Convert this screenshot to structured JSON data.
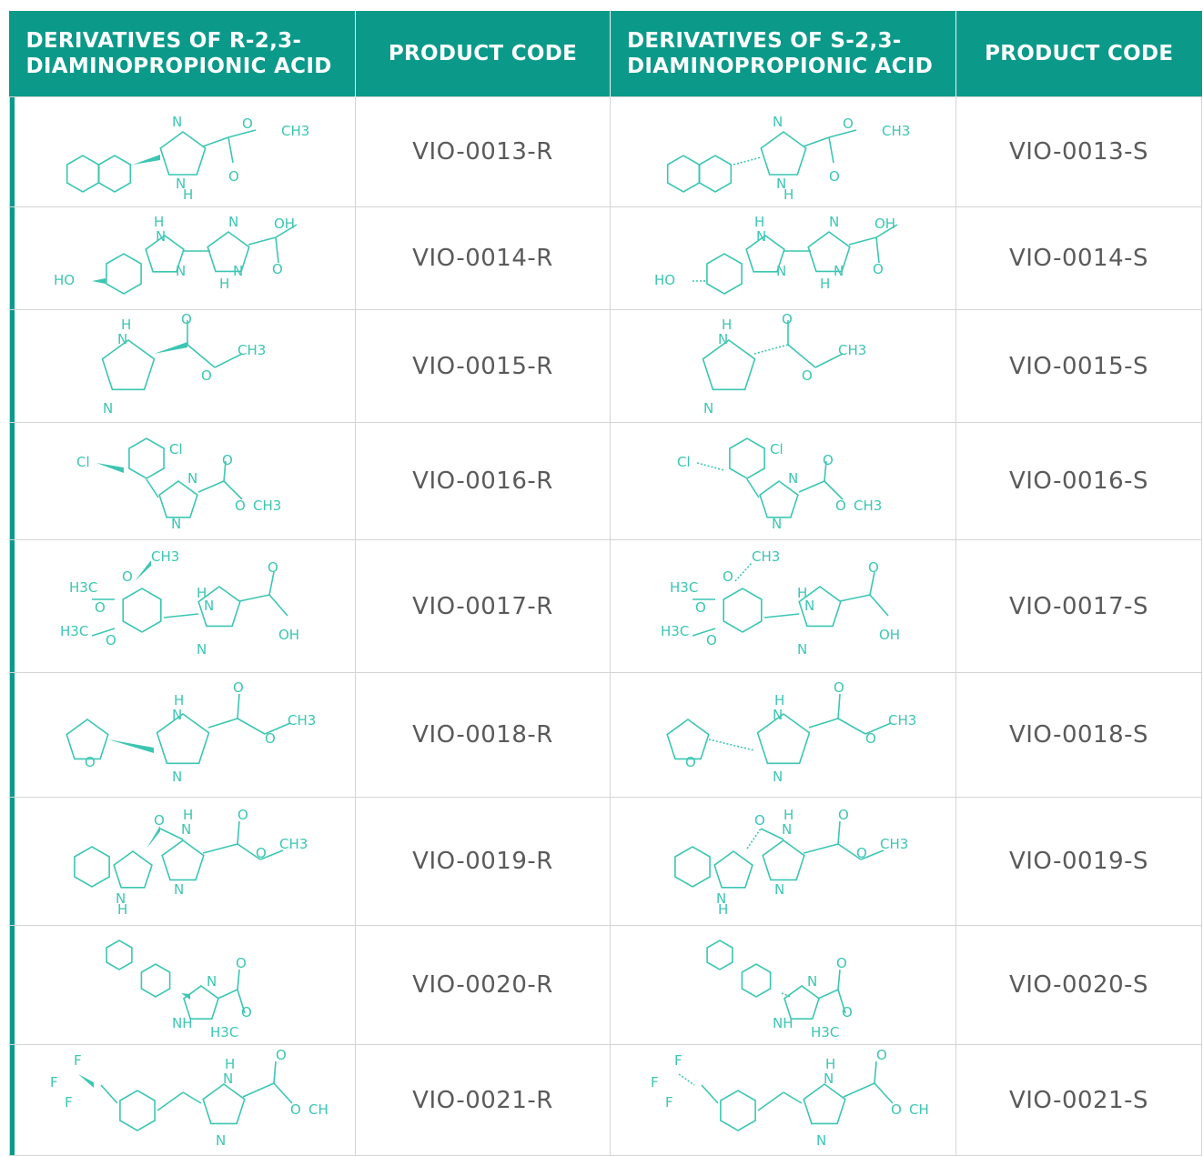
{
  "table": {
    "headers": [
      "DERIVATIVES OF R-2,3-DIAMINOPROPIONIC ACID",
      "PRODUCT CODE",
      "DERIVATIVES OF S-2,3-DIAMINOPROPIONIC ACID",
      "PRODUCT CODE"
    ],
    "rows": [
      {
        "r_code": "VIO-0013-R",
        "s_code": "VIO-0013-S"
      },
      {
        "r_code": "VIO-0014-R",
        "s_code": "VIO-0014-S"
      },
      {
        "r_code": "VIO-0015-R",
        "s_code": "VIO-0015-S"
      },
      {
        "r_code": "VIO-0016-R",
        "s_code": "VIO-0016-S"
      },
      {
        "r_code": "VIO-0017-R",
        "s_code": "VIO-0017-S"
      },
      {
        "r_code": "VIO-0018-R",
        "s_code": "VIO-0018-S"
      },
      {
        "r_code": "VIO-0019-R",
        "s_code": "VIO-0019-S"
      },
      {
        "r_code": "VIO-0020-R",
        "s_code": "VIO-0020-S"
      },
      {
        "r_code": "VIO-0021-R",
        "s_code": "VIO-0021-S"
      }
    ]
  },
  "molecules": [
    {
      "labels": [
        "N",
        "O",
        "CH3",
        "N",
        "H",
        "O"
      ]
    },
    {
      "labels": [
        "H",
        "N",
        "N",
        "OH",
        "HO",
        "N",
        "N",
        "H",
        "O"
      ]
    },
    {
      "labels": [
        "H",
        "N",
        "O",
        "O",
        "CH3",
        "N"
      ]
    },
    {
      "labels": [
        "Cl",
        "Cl",
        "N",
        "O",
        "N",
        "O",
        "CH3"
      ]
    },
    {
      "labels": [
        "CH3",
        "O",
        "H3C",
        "O",
        "H3C",
        "O",
        "H",
        "N",
        "O",
        "N",
        "OH"
      ]
    },
    {
      "labels": [
        "H",
        "N",
        "O",
        "O",
        "CH3",
        "O",
        "N"
      ]
    },
    {
      "labels": [
        "O",
        "H",
        "N",
        "O",
        "N",
        "O",
        "CH3",
        "N",
        "H"
      ]
    },
    {
      "labels": [
        "N",
        "O",
        "NH",
        "O",
        "H3C"
      ]
    },
    {
      "labels": [
        "F",
        "F",
        "F",
        "H",
        "N",
        "O",
        "N",
        "O",
        "CH3"
      ]
    }
  ],
  "colors": {
    "header_bg": "#0b9a8a",
    "header_text": "#ffffff",
    "structure": "#3cc6b2",
    "code_text": "#5a5a5a"
  }
}
